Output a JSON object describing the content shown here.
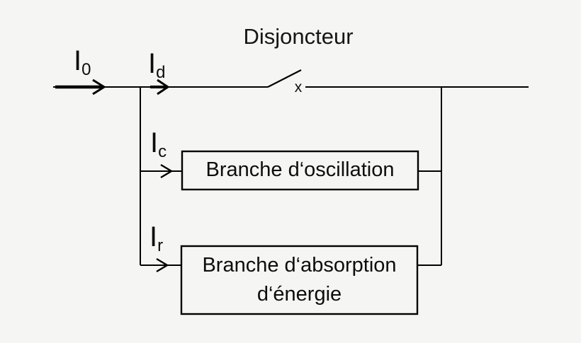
{
  "background_color": "#f5f5f4",
  "line_color": "#000000",
  "title": "Disjoncteur",
  "labels": {
    "i0": {
      "base": "I",
      "sub": "0"
    },
    "id": {
      "base": "I",
      "sub": "d"
    },
    "ic": {
      "base": "I",
      "sub": "c"
    },
    "ir": {
      "base": "I",
      "sub": "r"
    }
  },
  "switch": {
    "contact_marker": "x"
  },
  "boxes": {
    "oscillation": {
      "label": "Branche d‘oscillation"
    },
    "absorption": {
      "line1": "Branche d‘absorption",
      "line2": "d‘énergie"
    }
  }
}
